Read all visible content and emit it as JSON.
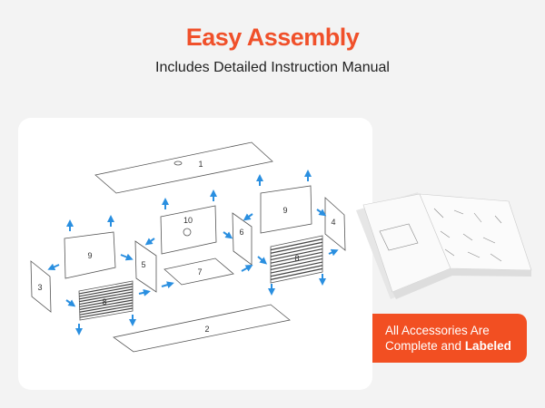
{
  "header": {
    "title": "Easy Assembly",
    "subtitle": "Includes Detailed Instruction Manual"
  },
  "diagram": {
    "part_labels": {
      "p1": "1",
      "p2": "2",
      "p3": "3",
      "p4": "4",
      "p5": "5",
      "p6": "6",
      "p7": "7",
      "p8a": "8",
      "p8b": "8",
      "p9a": "9",
      "p9b": "9",
      "p10": "10"
    },
    "arrow_color": "#2a8fe0"
  },
  "badge": {
    "line1": "All Accessories Are",
    "line2_prefix": "Complete and ",
    "line2_bold": "Labeled",
    "color": "#f24f22"
  },
  "colors": {
    "title": "#f0502a"
  }
}
